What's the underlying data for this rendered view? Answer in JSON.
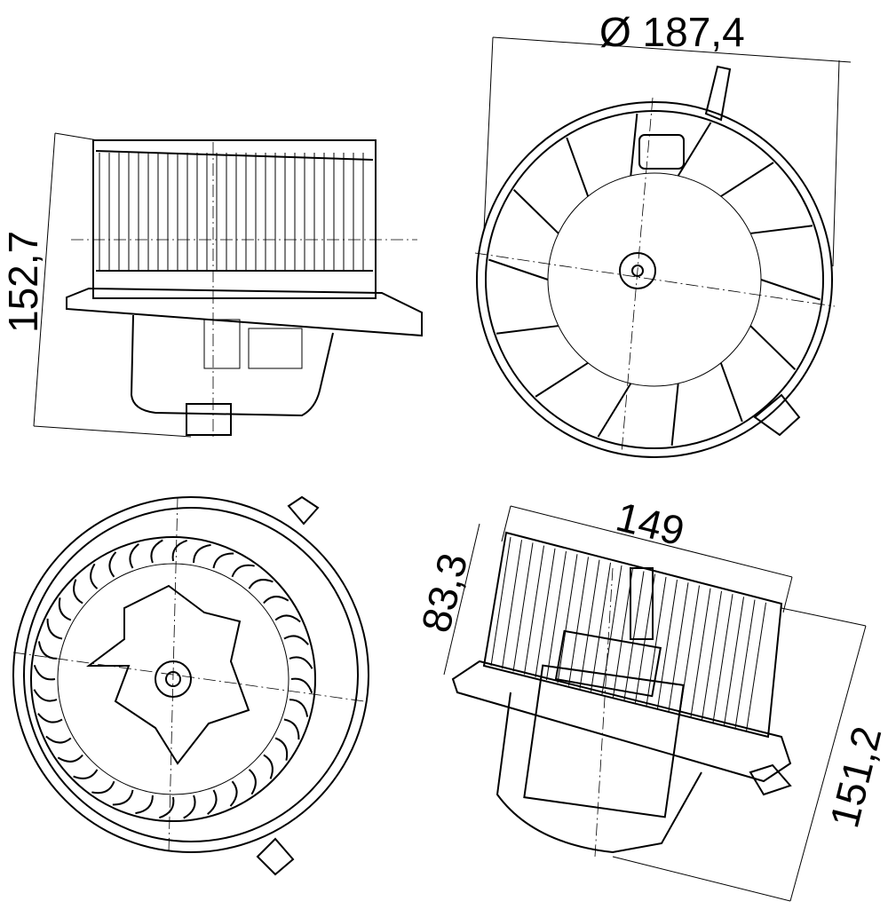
{
  "dimensions": {
    "diameter": "Ø 187,4",
    "height_side_view": "152,7",
    "width_side_view": "149",
    "fan_height": "83,3",
    "overall_height": "151,2"
  },
  "colors": {
    "line": "#000000",
    "background": "#ffffff"
  }
}
